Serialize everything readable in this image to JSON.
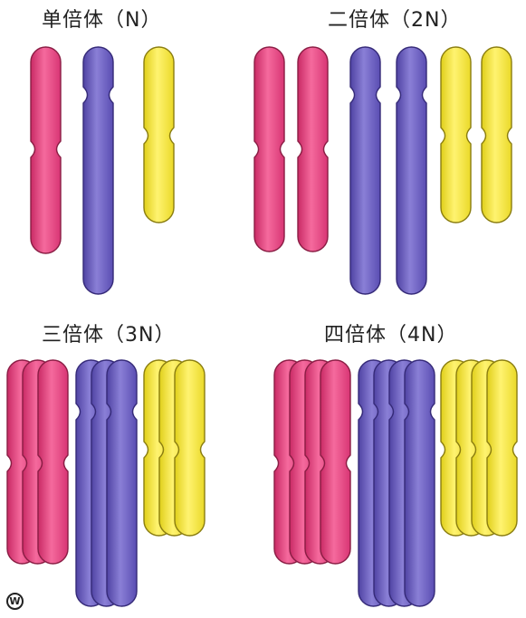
{
  "panels": [
    {
      "id": "haploid",
      "title": "单倍体（N）",
      "copies": 1
    },
    {
      "id": "diploid",
      "title": "二倍体（2N）",
      "copies": 2
    },
    {
      "id": "triploid",
      "title": "三倍体（3N）",
      "copies": 3
    },
    {
      "id": "tetraploid",
      "title": "四倍体（4N）",
      "copies": 4
    }
  ],
  "chromosome_types": [
    {
      "id": "pink",
      "color": "#e8447f",
      "edge": "#8a1d44"
    },
    {
      "id": "purple",
      "color": "#6a5cc0",
      "edge": "#352a78"
    },
    {
      "id": "yellow",
      "color": "#f4e635",
      "edge": "#8a7d10"
    }
  ],
  "logo": {
    "glyph": "W"
  }
}
